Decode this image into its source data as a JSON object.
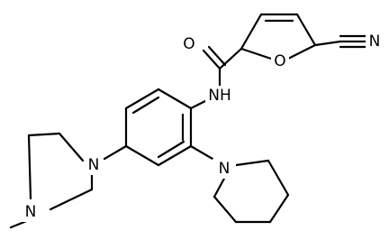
{
  "structure": {
    "atom_labels": {
      "carbonyl_oxygen": "O",
      "furan_oxygen": "O",
      "amide_nh": "NH",
      "nitrile_n": "N",
      "piperazine_n_aryl": "N",
      "piperazine_n_methyl": "N",
      "piperidine_n": "N"
    },
    "colors": {
      "bond": "#000000",
      "label": "#000000",
      "background": "#ffffff"
    }
  }
}
